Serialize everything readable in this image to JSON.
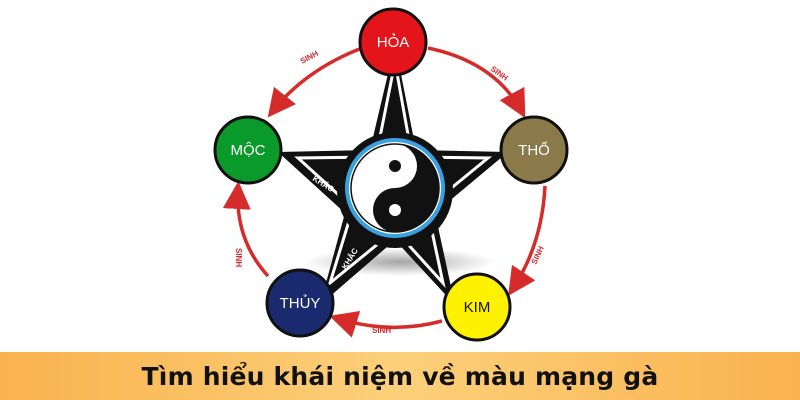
{
  "diagram": {
    "nodes": [
      {
        "id": "hoa",
        "label": "HỎA",
        "color": "#e3151a",
        "text_color": "#ffffff"
      },
      {
        "id": "tho",
        "label": "THỔ",
        "color": "#8a7a4a",
        "text_color": "#ffffff"
      },
      {
        "id": "kim",
        "label": "KIM",
        "color": "#fff200",
        "text_color": "#111111"
      },
      {
        "id": "thuy",
        "label": "THỦY",
        "color": "#1a2a6e",
        "text_color": "#ffffff"
      },
      {
        "id": "moc",
        "label": "MỘC",
        "color": "#0a9a2a",
        "text_color": "#ffffff"
      }
    ],
    "generating_label": "SINH",
    "controlling_label": "KHẮC",
    "arrow_color": "#d62b2b",
    "star_color": "#111111"
  },
  "banner": {
    "text": "Tìm hiểu khái niệm về màu mạng gà",
    "color": "#f9b24e"
  }
}
